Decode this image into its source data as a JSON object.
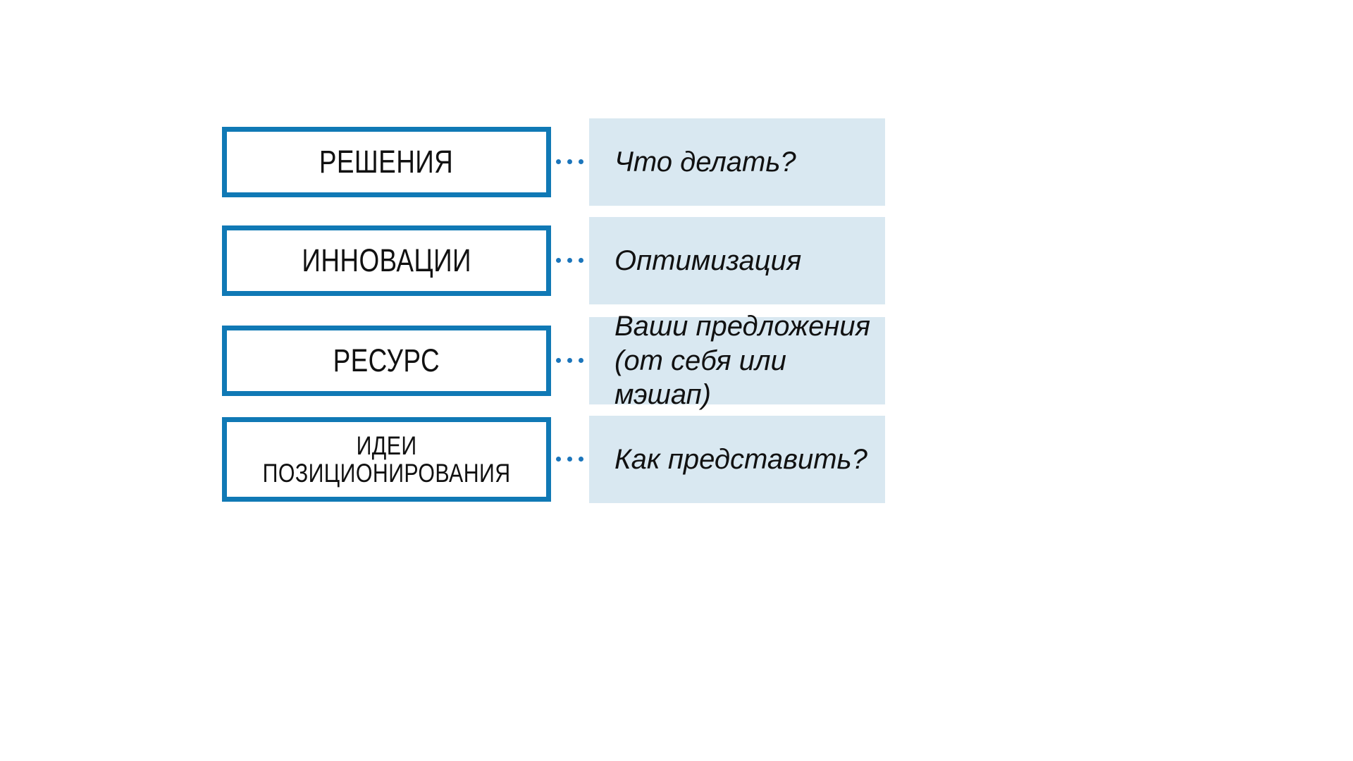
{
  "slide": {
    "background_color": "#ffffff",
    "accent_color": "#1079b5",
    "panel_color": "#d9e8f1",
    "dot_color": "#1b75bb",
    "text_color": "#111111"
  },
  "rows": [
    {
      "concept": "РЕШЕНИЯ",
      "description": "Что делать?",
      "connector_dots": 5
    },
    {
      "concept": "ИННОВАЦИИ",
      "description": "Оптимизация",
      "connector_dots": 5
    },
    {
      "concept": "РЕСУРС",
      "description": "Ваши предложения\n(от себя или мэшап)",
      "connector_dots": 5
    },
    {
      "concept": "ИДЕИ\nПОЗИЦИОНИРОВАНИЯ",
      "description": "Как представить?",
      "connector_dots": 5
    }
  ]
}
